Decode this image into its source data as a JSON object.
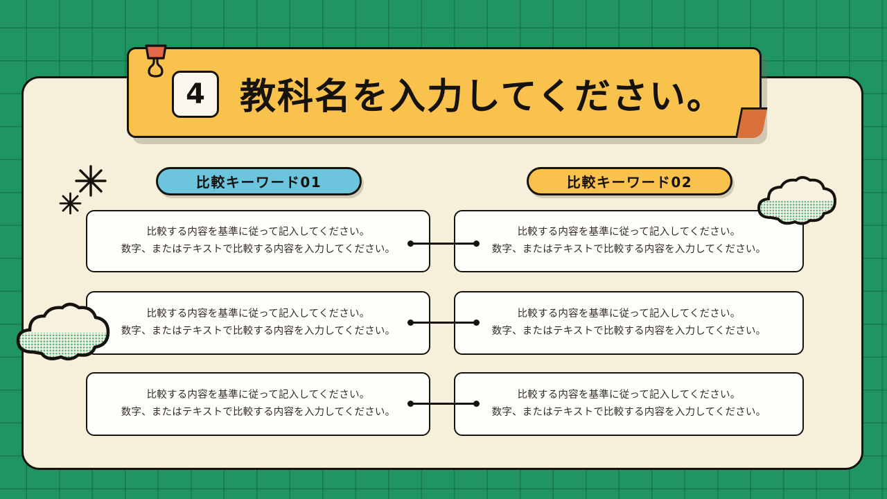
{
  "slide": {
    "number": "4",
    "title": "教科名を入力してください。",
    "background_color": "#219464",
    "panel_color": "#F6F0DA",
    "banner_color": "#F8C24C",
    "fold_color": "#D9703C",
    "outline_color": "#16120E"
  },
  "decorations": {
    "clip": "binder-clip-icon",
    "sparkles": [
      "sparkle-icon",
      "sparkle-icon"
    ],
    "clouds": [
      "cloud-icon",
      "cloud-icon"
    ],
    "cloud_fill": "#F7F2E0",
    "cloud_halftone": "#5FBF8C"
  },
  "columns": [
    {
      "label": "比較キーワード01",
      "color": "#6CC5DC"
    },
    {
      "label": "比較キーワード02",
      "color": "#F8C24C"
    }
  ],
  "rows": [
    {
      "left": {
        "line1": "比較する内容を基準に従って記入してください。",
        "line2": "数字、またはテキストで比較する内容を入力してください。"
      },
      "right": {
        "line1": "比較する内容を基準に従って記入してください。",
        "line2": "数字、またはテキストで比較する内容を入力してください。"
      }
    },
    {
      "left": {
        "line1": "比較する内容を基準に従って記入してください。",
        "line2": "数字、またはテキストで比較する内容を入力してください。"
      },
      "right": {
        "line1": "比較する内容を基準に従って記入してください。",
        "line2": "数字、またはテキストで比較する内容を入力してください。"
      }
    },
    {
      "left": {
        "line1": "比較する内容を基準に従って記入してください。",
        "line2": "数字、またはテキストで比較する内容を入力してください。"
      },
      "right": {
        "line1": "比較する内容を基準に従って記入してください。",
        "line2": "数字、またはテキストで比較する内容を入力してください。"
      }
    }
  ]
}
